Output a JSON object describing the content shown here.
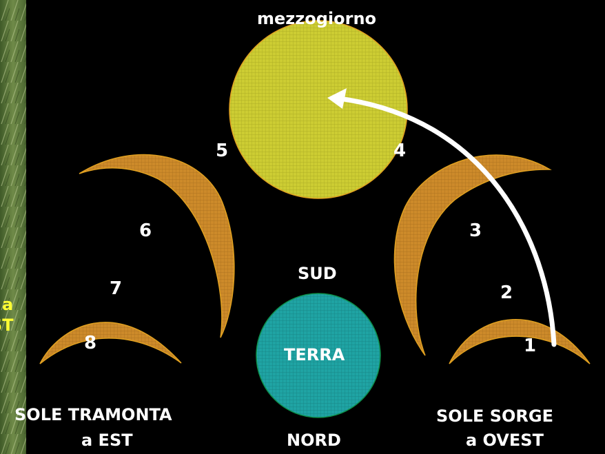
{
  "title": "mezzogiorno",
  "labels": {
    "sud": "SUD",
    "nord": "NORD",
    "terra": "TERRA",
    "left_caption_line1": "SOLE TRAMONTA",
    "left_caption_line2": "a EST",
    "right_caption_line1": "SOLE SORGE",
    "right_caption_line2": "a OVEST",
    "cut_text_line1": "a",
    "cut_text_line2": "ST"
  },
  "positions": {
    "p1": "1",
    "p2": "2",
    "p3": "3",
    "p4": "4",
    "p5": "5",
    "p6": "6",
    "p7": "7",
    "p8": "8"
  },
  "colors": {
    "background": "#000000",
    "sun_fill": "#cccc33",
    "crescent_fill": "#cc8a2a",
    "earth_fill": "#1fa3a3",
    "text": "#ffffff",
    "text_highlight": "#ffff33",
    "arrow": "#ffffff"
  }
}
